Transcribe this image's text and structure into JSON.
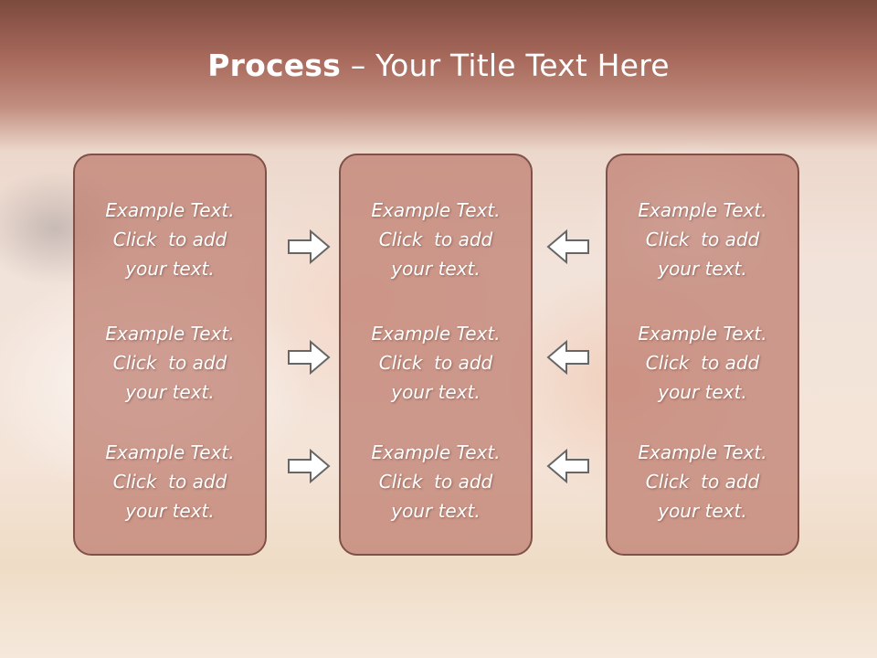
{
  "slide": {
    "title_bold": "Process",
    "title_dash": " – ",
    "title_rest": "Your Title Text Here"
  },
  "columns": [
    {
      "blocks": [
        {
          "line1": "Example Text.",
          "line2": "Click  to add",
          "line3": "your text."
        },
        {
          "line1": "Example Text.",
          "line2": "Click  to add",
          "line3": "your text."
        },
        {
          "line1": "Example Text.",
          "line2": "Click  to add",
          "line3": "your text."
        }
      ]
    },
    {
      "blocks": [
        {
          "line1": "Example Text.",
          "line2": "Click  to add",
          "line3": "your text."
        },
        {
          "line1": "Example Text.",
          "line2": "Click  to add",
          "line3": "your text."
        },
        {
          "line1": "Example Text.",
          "line2": "Click  to add",
          "line3": "your text."
        }
      ]
    },
    {
      "blocks": [
        {
          "line1": "Example Text.",
          "line2": "Click  to add",
          "line3": "your text."
        },
        {
          "line1": "Example Text.",
          "line2": "Click  to add",
          "line3": "your text."
        },
        {
          "line1": "Example Text.",
          "line2": "Click  to add",
          "line3": "your text."
        }
      ]
    }
  ],
  "arrows": {
    "left_group": [
      "right-arrow-icon",
      "right-arrow-icon",
      "right-arrow-icon"
    ],
    "right_group": [
      "left-arrow-icon",
      "left-arrow-icon",
      "left-arrow-icon"
    ]
  },
  "colors": {
    "title_band": "#a86a5c",
    "panel_fill": "#be7e70",
    "panel_border": "#7e5248",
    "arrow_fill": "#ffffff",
    "arrow_stroke": "#666666",
    "text": "#ffffff"
  }
}
